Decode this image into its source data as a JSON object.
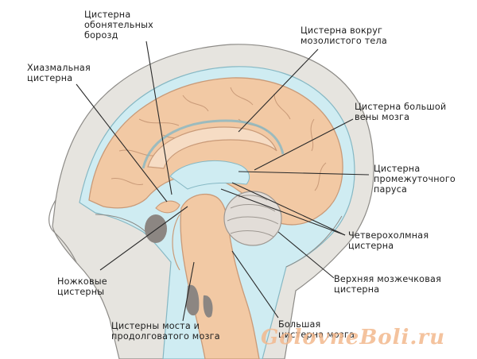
{
  "labels": {
    "olfactory_sulci_cistern": "Цистерна\nобонятельных\nборозд",
    "chiasmatic_cistern": "Хиазмальная\nцистерна",
    "callosal_cistern": "Цистерна вокруг\nмозолистого тела",
    "great_vein_cistern": "Цистерна большой\nвены мозга",
    "velum_interpositum_cistern": "Цистерна\nпромежуточного\nпаруса",
    "quadrigeminal_cistern": "Четверохолмная\nцистерна",
    "peduncular_cisterns": "Ножковые\nцистерны",
    "superior_cerebellar_cistern": "Верхняя мозжечковая\nцистерна",
    "pons_medulla_cisterns": "Цистерны моста и\nпродолговатого мозга",
    "cisterna_magna": "Большая\nцистерна мозга"
  },
  "watermark": "GolovneBoli.ru",
  "colors": {
    "brain": "#f2c9a4",
    "brain_outline": "#c99a78",
    "csf": "#cfecf2",
    "csf_outline": "#86b8c4",
    "skull": "#e6e4df",
    "skull_outline": "#8d8b87",
    "dark_tissue": "#8c8682",
    "line": "#2a2a2a",
    "watermark": "#f3b98e"
  }
}
